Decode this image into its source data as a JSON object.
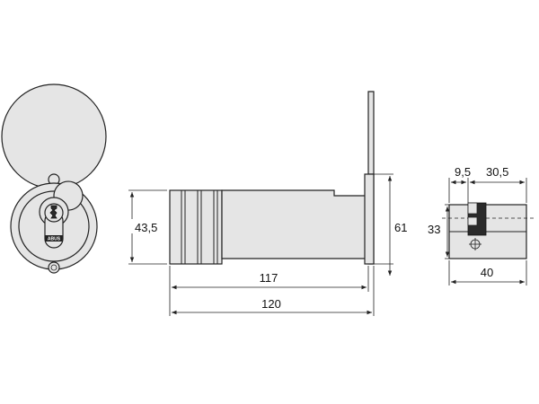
{
  "dimensions": {
    "barrel_diameter": "43,5",
    "barrel_length": "117",
    "overall_length": "120",
    "plate_height": "61",
    "cylinder_height": "33",
    "cylinder_part_a": "9,5",
    "cylinder_part_b": "30,5",
    "cylinder_length": "40"
  },
  "brand_logo": "ABUS",
  "colors": {
    "metal": "#e5e5e5",
    "line": "#222222",
    "dark": "#2a2a2a"
  }
}
